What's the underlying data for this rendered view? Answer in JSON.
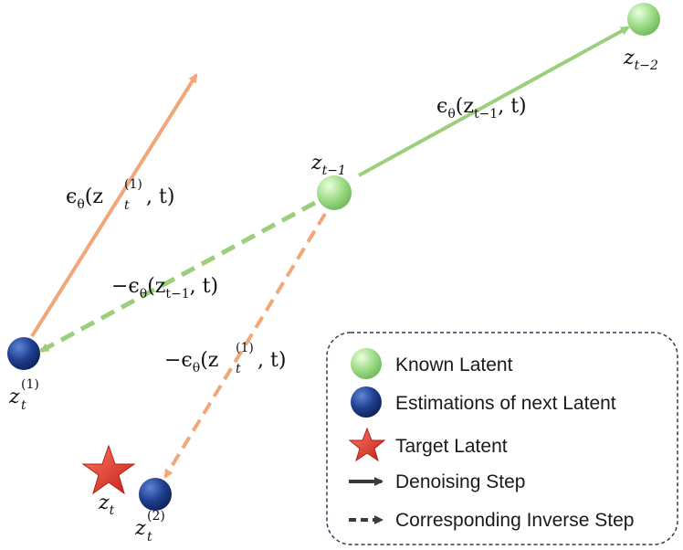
{
  "colors": {
    "known_latent": "#8fd47a",
    "estimation": "#1f3f8f",
    "target": "#e0312a",
    "orange_arrow": "#f2a77a",
    "green_arrow": "#9ccf7c",
    "legend_border": "#2e3a57"
  },
  "nodes": {
    "z_t_minus_2": {
      "base": "z",
      "sub": "t−2"
    },
    "z_t_minus_1": {
      "base": "z",
      "sub": "t−1"
    },
    "z_t1": {
      "base": "z",
      "sub": "t",
      "sup": "(1)"
    },
    "z_t2": {
      "base": "z",
      "sub": "t",
      "sup": "(2)"
    },
    "z_t": {
      "base": "z",
      "sub": "t"
    }
  },
  "edge_labels": {
    "eps_zt_minus_1": {
      "pre": "ϵ",
      "theta": "θ",
      "open": "(z",
      "sub": "t−1",
      "tail": ", t)"
    },
    "eps_zt1": {
      "pre": "ϵ",
      "theta": "θ",
      "open": "(z",
      "sub": "t",
      "sup": "(1)",
      "tail": ", t)"
    },
    "neg_eps_zt_minus_1": {
      "pre": "−ϵ",
      "theta": "θ",
      "open": "(z",
      "sub": "t−1",
      "tail": ", t)"
    },
    "neg_eps_zt1": {
      "pre": "−ϵ",
      "theta": "θ",
      "open": "(z",
      "sub": "t",
      "sup": "(1)",
      "tail": ", t)"
    }
  },
  "legend": {
    "items": [
      {
        "icon": "known-latent-ball-icon",
        "label": "Known Latent"
      },
      {
        "icon": "estimation-ball-icon",
        "label": "Estimations of next Latent"
      },
      {
        "icon": "target-star-icon",
        "label": "Target Latent"
      },
      {
        "icon": "solid-arrow-icon",
        "label": "Denoising Step"
      },
      {
        "icon": "dashed-arrow-icon",
        "label": "Corresponding Inverse Step"
      }
    ]
  }
}
